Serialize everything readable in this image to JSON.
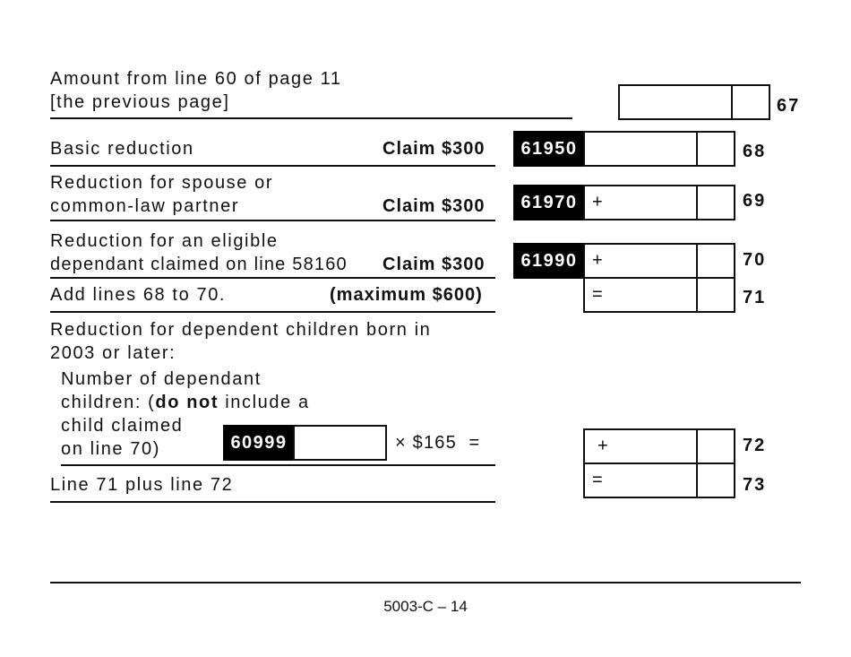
{
  "lines": {
    "l67": {
      "label_line1": "Amount from line 60 of page 11",
      "label_line2": "[the previous page]",
      "number": "67"
    },
    "l68": {
      "label": "Basic reduction",
      "claim": "Claim $300",
      "code": "61950",
      "operator": "",
      "number": "68"
    },
    "l69": {
      "label_line1": "Reduction for spouse or",
      "label_line2": "common-law partner",
      "claim": "Claim $300",
      "code": "61970",
      "operator": "+",
      "number": "69"
    },
    "l70": {
      "label_line1": "Reduction for an eligible",
      "label_line2": "dependant claimed on line 58160",
      "claim": "Claim $300",
      "code": "61990",
      "operator": "+",
      "number": "70"
    },
    "l71": {
      "label": "Add lines 68 to 70.",
      "note": "(maximum $600)",
      "operator": "=",
      "number": "71"
    },
    "l72": {
      "heading_line1": "Reduction for dependent children born in",
      "heading_line2": "2003 or later:",
      "sub_line1": "Number of dependant",
      "sub_line2_pre": "children: (",
      "sub_line2_bold": "do not",
      "sub_line2_post": " include a",
      "sub_line3": "child claimed",
      "sub_line4": "on line 70)",
      "code": "60999",
      "multiplier": "× $165  =",
      "operator": "+",
      "number": "72"
    },
    "l73": {
      "label": "Line 71 plus line 72",
      "operator": "=",
      "number": "73"
    }
  },
  "footer": {
    "page_label": "5003-C – 14"
  }
}
